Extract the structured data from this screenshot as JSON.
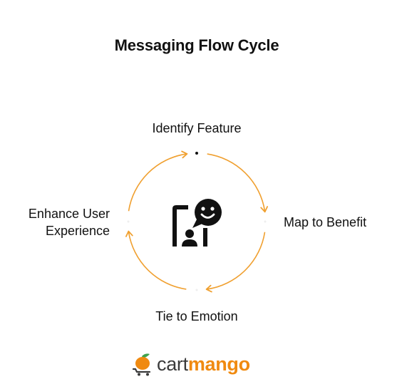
{
  "title": "Messaging Flow Cycle",
  "steps": {
    "top": "Identify Feature",
    "right": "Map to Benefit",
    "bottom": "Tie to Emotion",
    "left_line1": "Enhance User",
    "left_line2": "Experience"
  },
  "center_icon": "phone-chat-icon",
  "brand": {
    "part1": "cart",
    "part2": "mango",
    "logo_icon": "mango-cart-icon"
  },
  "colors": {
    "arrow": "#f0a030",
    "brand_orange": "#f08a10",
    "brand_dark": "#3b3b3b",
    "icon": "#111111"
  }
}
